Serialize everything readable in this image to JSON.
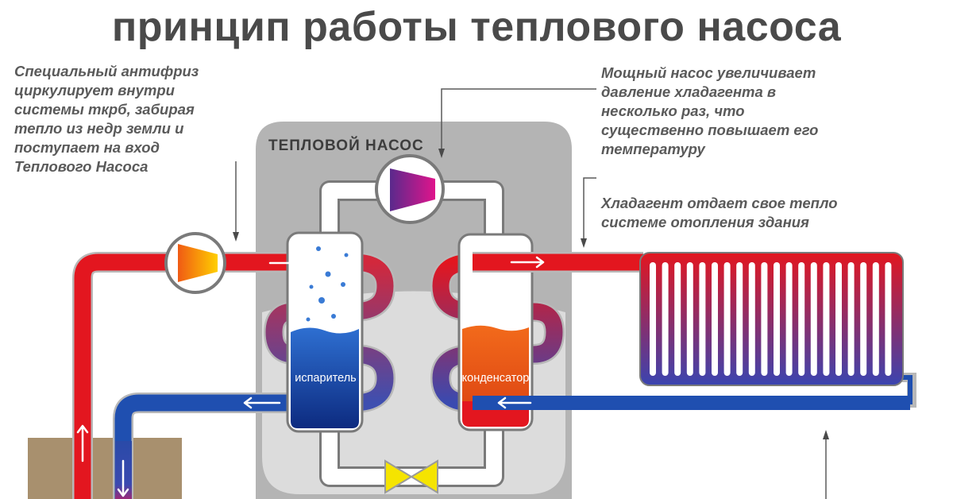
{
  "title": "принцип работы теплового насоса",
  "heat_pump_label": "ТЕПЛОВОЙ НАСОС",
  "notes": {
    "antifreeze": [
      "Специальный антифриз",
      "циркулирует внутри",
      "системы ткрб, забирая",
      "тепло из недр земли и",
      "поступает на вход",
      "Теплового Насоса"
    ],
    "compressor": [
      "Мощный насос увеличивает",
      "давление хладагента в",
      "несколько раз, что",
      "существенно повышает его",
      "температуру"
    ],
    "refrigerant": [
      "Хладагент отдает свое тепло",
      "системе отопления здания"
    ]
  },
  "evaporator_label": "испаритель",
  "condenser_label": "конденсатор",
  "colors": {
    "hot": "#e3161f",
    "cold": "#1f4fb0",
    "title": "#4a4a4a",
    "housing": "#b4b4b4",
    "ground": "#a8906e",
    "valve": "#f5e400"
  }
}
